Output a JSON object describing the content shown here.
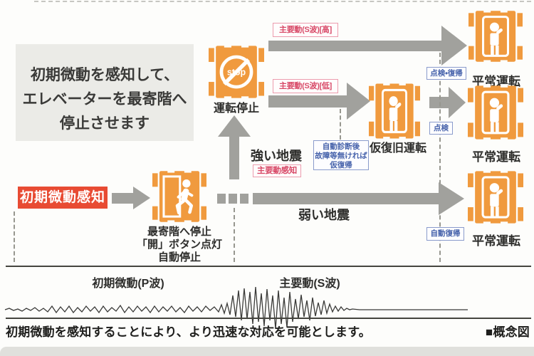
{
  "intro": {
    "line1": "初期微動を感知して、",
    "line2": "エレベーターを最寄階へ",
    "line3": "停止させます"
  },
  "start": {
    "label": "初期微動感知"
  },
  "elevators": {
    "stop": {
      "label": "運転停止",
      "icon_text": "stop"
    },
    "nearest": {
      "line1": "最寄階へ停止",
      "line2": "「開」ボタン点灯",
      "line3": "自動停止"
    },
    "temp_restore": {
      "label": "仮復旧運転"
    },
    "normal_top": {
      "label": "平常運転"
    },
    "normal_mid": {
      "label": "平常運転"
    },
    "normal_bottom": {
      "label": "平常運転"
    }
  },
  "flow_labels": {
    "s_wave_high": "主要動(S波)[高]",
    "s_wave_low": "主要動(S波)[低]",
    "s_wave_detect": "主要動感知",
    "strong_quake": "強い地震",
    "weak_quake": "弱い地震",
    "inspect_return": "点検・復帰",
    "inspect": "点検",
    "auto_return": "自動復帰",
    "diag_line1": "自動診断後",
    "diag_line2": "故障等無ければ",
    "diag_line3": "仮復帰"
  },
  "wave": {
    "p_label": "初期微動(P波)",
    "s_label": "主要動(S波)"
  },
  "footer": {
    "caption": "初期微動を感知することにより、より迅速な対応を可能とします。",
    "legend": "■概念図"
  },
  "colors": {
    "orange": "#f09a3e",
    "start_red": "#e84b33",
    "arrow_gray": "#a1a19d",
    "label_red": "#d84a68",
    "label_blue": "#4662ab"
  }
}
